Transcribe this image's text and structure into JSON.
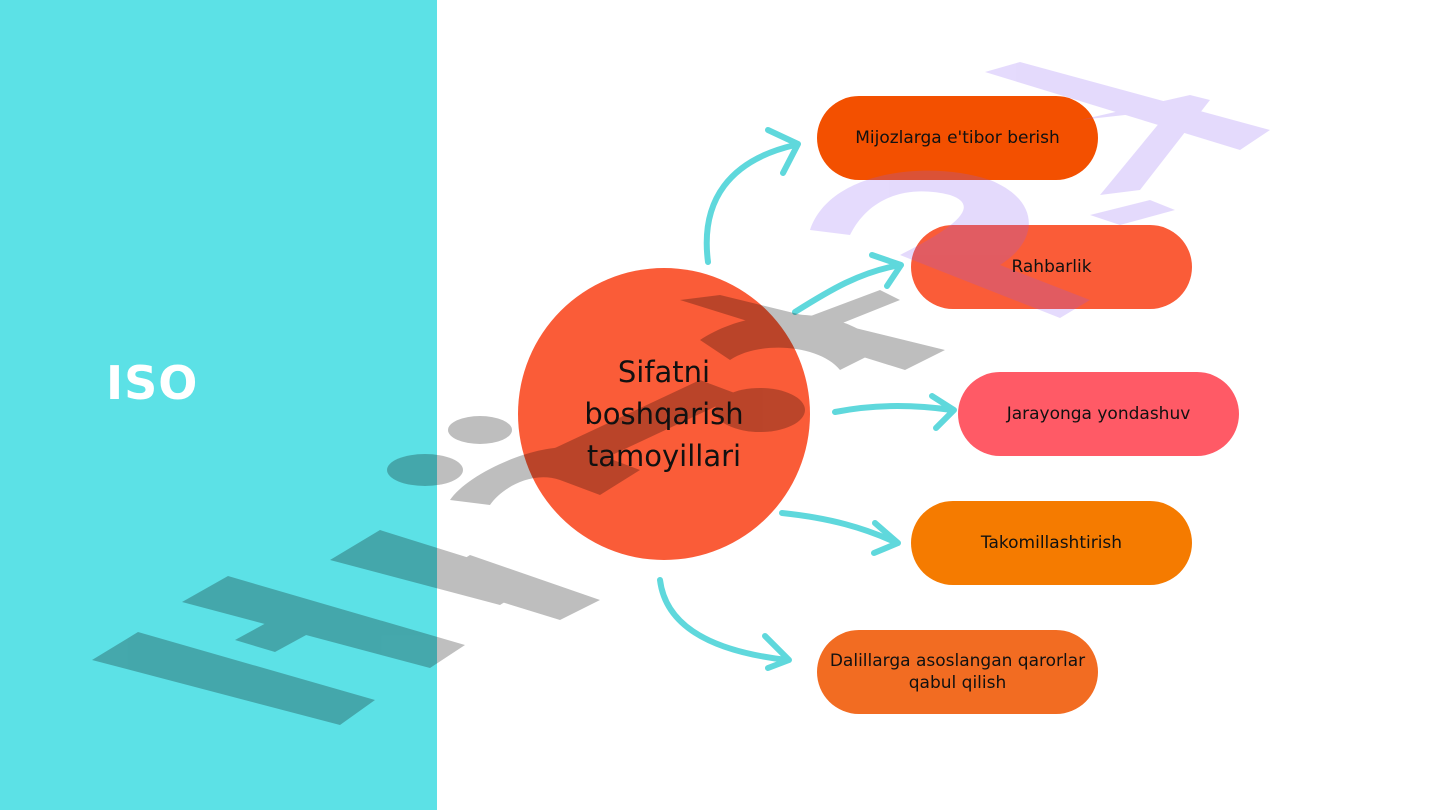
{
  "side_panel": {
    "title": "ISO",
    "color": "#5ce1e6"
  },
  "diagram": {
    "center": {
      "label": "Sifatni boshqarish tamoyillari",
      "color": "#fa5c38"
    },
    "principles": [
      {
        "label": "Mijozlarga e'tibor berish",
        "color": "#f35000"
      },
      {
        "label": "Rahbarlik",
        "color": "#fa5c38"
      },
      {
        "label": "Jarayonga yondashuv",
        "color": "#ff5a66"
      },
      {
        "label": "Takomillashtirish",
        "color": "#f57b00"
      },
      {
        "label": "Dalillarga asoslangan qarorlar qabul qilish",
        "color": "#f26c22"
      }
    ],
    "arrow_color": "#5fd8dc"
  },
  "watermark": {
    "text": "Hujjat24",
    "icon": "watermark-logo"
  }
}
